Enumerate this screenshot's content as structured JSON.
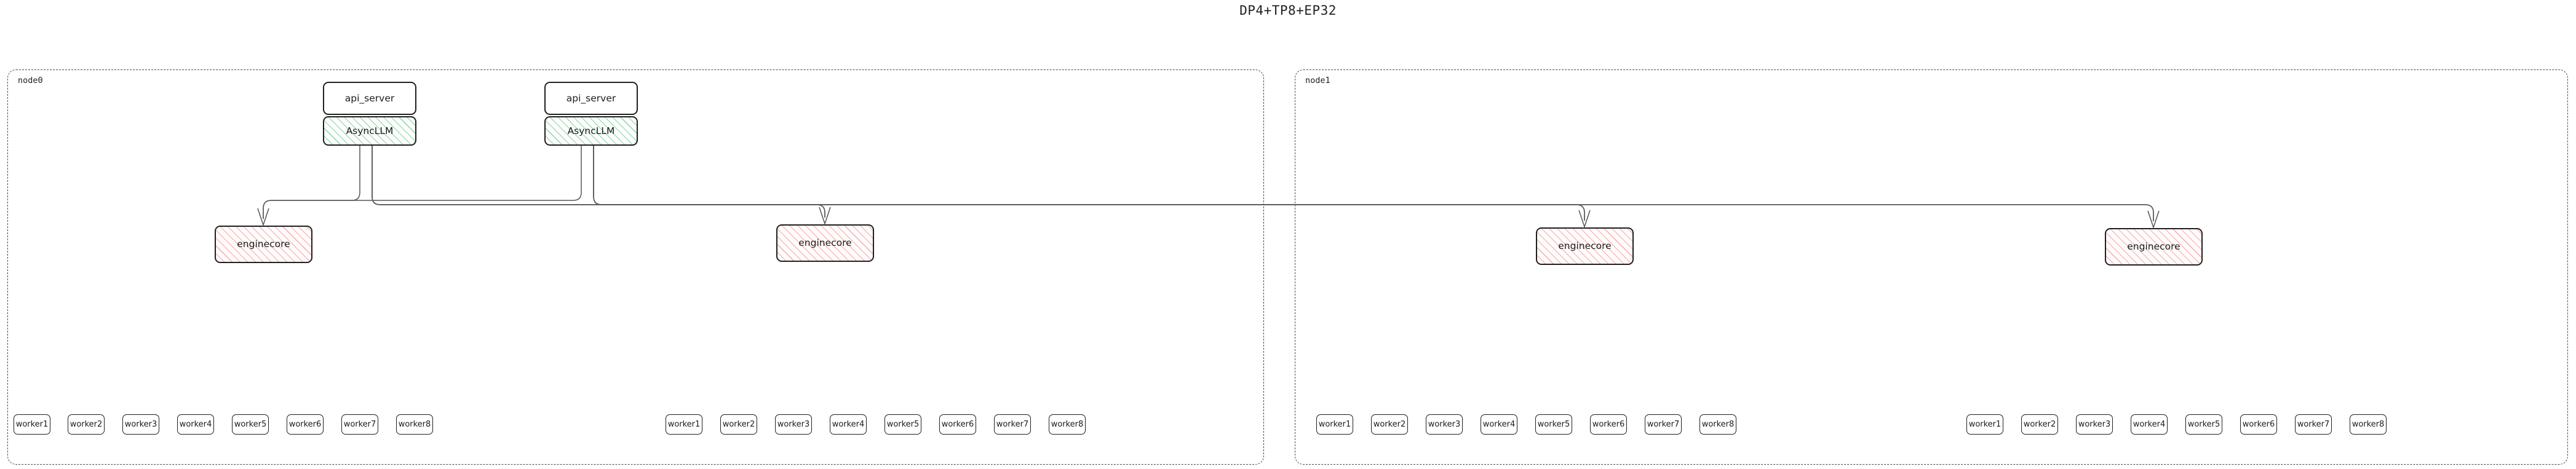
{
  "title": "DP4+TP8+EP32",
  "nodes": [
    {
      "id": "node0",
      "label": "node0",
      "api_servers": [
        {
          "api_label": "api_server",
          "engine_label": "AsyncLLM"
        },
        {
          "api_label": "api_server",
          "engine_label": "AsyncLLM"
        }
      ],
      "enginecores": [
        {
          "label": "enginecore",
          "workers": [
            {
              "label": "worker1"
            },
            {
              "label": "worker2"
            },
            {
              "label": "worker3"
            },
            {
              "label": "worker4"
            },
            {
              "label": "worker5"
            },
            {
              "label": "worker6"
            },
            {
              "label": "worker7"
            },
            {
              "label": "worker8"
            }
          ]
        },
        {
          "label": "enginecore",
          "workers": [
            {
              "label": "worker1"
            },
            {
              "label": "worker2"
            },
            {
              "label": "worker3"
            },
            {
              "label": "worker4"
            },
            {
              "label": "worker5"
            },
            {
              "label": "worker6"
            },
            {
              "label": "worker7"
            },
            {
              "label": "worker8"
            }
          ]
        }
      ]
    },
    {
      "id": "node1",
      "label": "node1",
      "api_servers": [],
      "enginecores": [
        {
          "label": "enginecore",
          "workers": [
            {
              "label": "worker1"
            },
            {
              "label": "worker2"
            },
            {
              "label": "worker3"
            },
            {
              "label": "worker4"
            },
            {
              "label": "worker5"
            },
            {
              "label": "worker6"
            },
            {
              "label": "worker7"
            },
            {
              "label": "worker8"
            }
          ]
        },
        {
          "label": "enginecore",
          "workers": [
            {
              "label": "worker1"
            },
            {
              "label": "worker2"
            },
            {
              "label": "worker3"
            },
            {
              "label": "worker4"
            },
            {
              "label": "worker5"
            },
            {
              "label": "worker6"
            },
            {
              "label": "worker7"
            },
            {
              "label": "worker8"
            }
          ]
        }
      ]
    }
  ],
  "colors": {
    "async_hatch": "#3caa5f",
    "engine_hatch": "#e85a5a",
    "box_border": "#1f1f1f",
    "cluster_border": "#4a4a4a",
    "edge": "#555555",
    "background": "#ffffff"
  }
}
